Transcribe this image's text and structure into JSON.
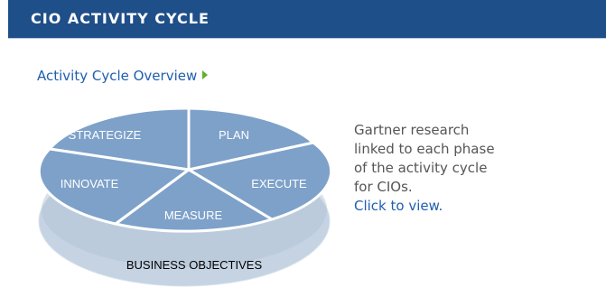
{
  "header": {
    "title": "CIO ACTIVITY CYCLE"
  },
  "overview_link": {
    "label": "Activity Cycle Overview"
  },
  "cycle": {
    "segments": [
      "STRATEGIZE",
      "PLAN",
      "INNOVATE",
      "EXECUTE",
      "MEASURE"
    ],
    "base_label": "BUSINESS OBJECTIVES"
  },
  "description": {
    "lines": [
      "Gartner research",
      "linked to each phase",
      "of the activity cycle",
      "for CIOs."
    ],
    "link_label": "Click to view",
    "link_tail": "."
  },
  "colors": {
    "header_bg": "#1f4f89",
    "link": "#1f5fae",
    "segment_fill": "#7ea1c9",
    "base_fill": "#c5d3e2",
    "arrow": "#5fb02f"
  }
}
